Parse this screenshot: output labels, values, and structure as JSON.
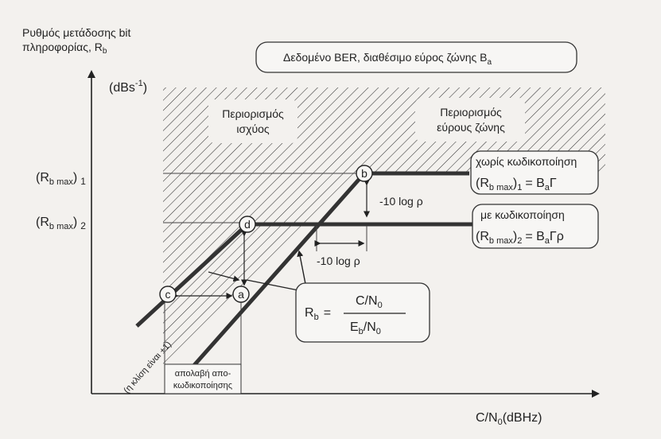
{
  "y_axis_title": [
    "Ρυθμός μετάδοσης bit",
    "πληροφορίας, R"
  ],
  "y_axis_title_sub": "b",
  "units": {
    "pre": "(dBs",
    "sup": "-1",
    "post": ")"
  },
  "x_axis_title": {
    "main": "C/N",
    "sub": "0",
    "post": "(dBHz)"
  },
  "given_box": {
    "text": "Δεδομένο BER, διαθέσιμο εύρος ζώνης B",
    "sub": "a"
  },
  "region_power": [
    "Περιορισμός",
    "ισχύος"
  ],
  "region_bandwidth": [
    "Περιορισμός",
    "εύρους ζώνης"
  ],
  "levels": {
    "r1": {
      "pre": "(R",
      "sub": "b max",
      "post": ")",
      "idx": "1"
    },
    "r2": {
      "pre": "(R",
      "sub": "b max",
      "post": ")",
      "idx": "2"
    }
  },
  "box_uncoded": {
    "title": "χωρίς κωδικοποίηση",
    "formula": "= B",
    "sub_a": "a",
    "tail": "Γ"
  },
  "box_coded": {
    "title": "με κωδικοποίηση",
    "formula": "= B",
    "sub_a": "a",
    "tail": "Γρ"
  },
  "rb_formula": {
    "lhs": "R",
    "lhs_sub": "b",
    "eq": "=",
    "num": "C/N",
    "num_sub": "0",
    "den": "E",
    "den_sub": "b",
    "den_mid": "/N",
    "den_sub2": "0"
  },
  "points": {
    "a": "a",
    "b": "b",
    "c": "c",
    "d": "d"
  },
  "log_label_vertical": "-10 log ρ",
  "log_label_horizontal": "-10 log ρ",
  "slope_note": "(η κλίση είναι +1)",
  "gain_box": [
    "απολαβή απο-",
    "κωδικοποίησης"
  ]
}
